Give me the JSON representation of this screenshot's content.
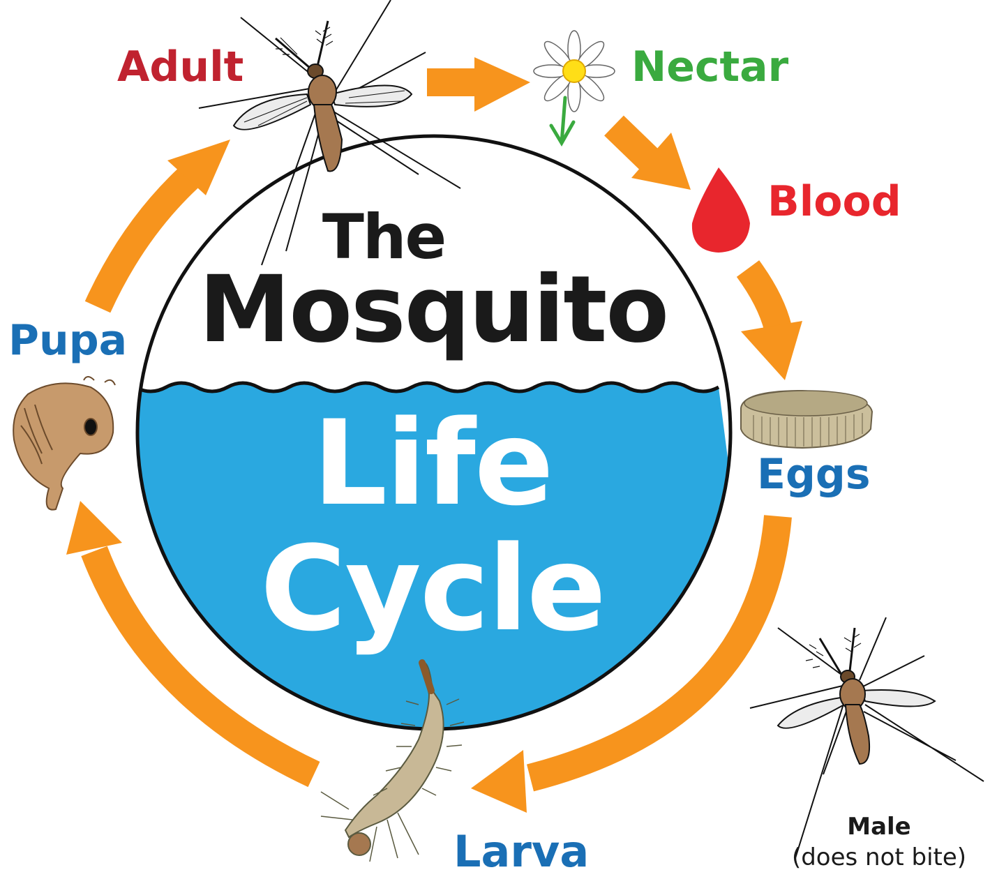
{
  "title": {
    "line1": "The",
    "line2": "Mosquito",
    "line3": "Life",
    "line4": "Cycle"
  },
  "stages": {
    "adult": "Adult",
    "nectar": "Nectar",
    "blood": "Blood",
    "eggs": "Eggs",
    "larva": "Larva",
    "pupa": "Pupa"
  },
  "male": {
    "title": "Male",
    "note": "(does not bite)"
  },
  "colors": {
    "adult": "#c0222f",
    "nectar": "#3aaa3f",
    "blood": "#e8262d",
    "eggs": "#1a6fb5",
    "larva": "#1a6fb5",
    "pupa": "#1a6fb5",
    "arrow": "#f7941d",
    "water": "#2aa8e0"
  }
}
